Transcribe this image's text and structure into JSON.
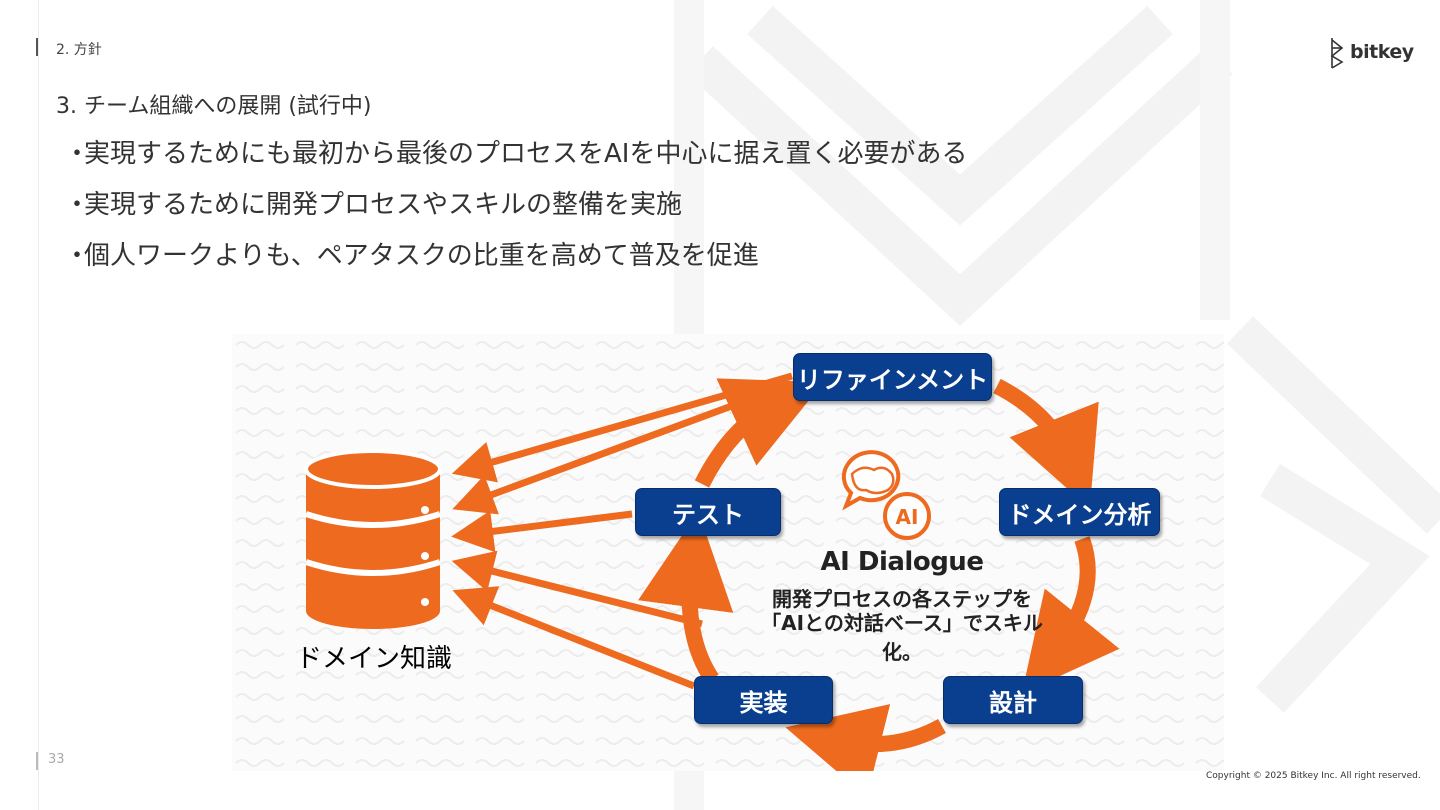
{
  "header": {
    "section_label": "2.  方針",
    "logo_text": "bitkey"
  },
  "slide": {
    "heading": "3. チーム組織への展開 (試行中)",
    "bullet_marker": "・",
    "bullets": [
      "実現するためにも最初から最後のプロセスをAIを中心に据え置く必要がある",
      "実現するために開発プロセスやスキルの整備を実施",
      "個人ワークよりも、ペアタスクの比重を高めて普及を促進"
    ]
  },
  "diagram": {
    "db_label": "ドメイン知識",
    "steps": {
      "refinement": "リファインメント",
      "domain_analysis": "ドメイン分析",
      "design": "設計",
      "implementation": "実装",
      "test": "テスト"
    },
    "ai_badge": "AI",
    "ai_title": "AI Dialogue",
    "ai_line1": "開発プロセスの各ステップを",
    "ai_line2": "「AIとの対話ベース」でスキル化。",
    "colors": {
      "orange": "#ee6a1f",
      "navy": "#0a3f8f"
    }
  },
  "footer": {
    "page_number": "33",
    "copyright": "Copyright © 2025 Bitkey Inc. All right reserved."
  }
}
